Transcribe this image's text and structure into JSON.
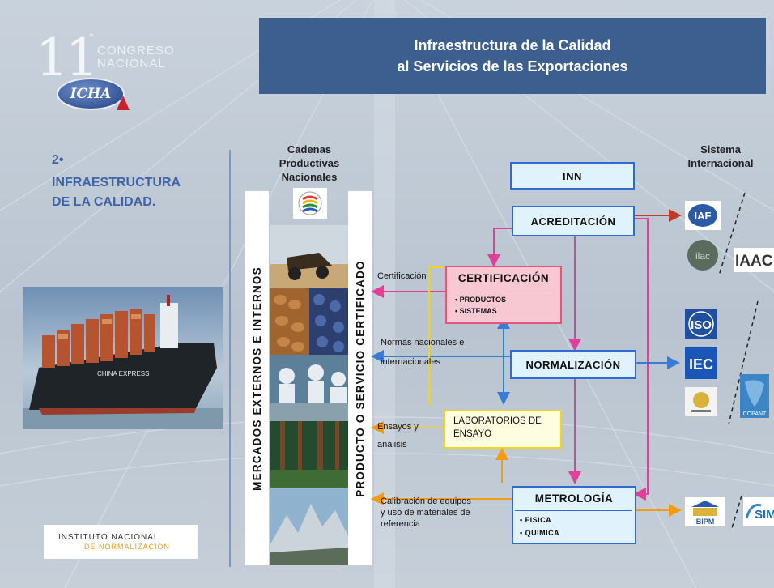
{
  "logo": {
    "number": "11",
    "degree": "°",
    "line1": "CONGRESO",
    "line2": "NACIONAL",
    "brand": "ICHA"
  },
  "title": {
    "line1": "Infraestructura de la Calidad",
    "line2": "al Servicios de las Exportaciones"
  },
  "section": {
    "number": "2•",
    "line1": "INFRAESTRUCTURA",
    "line2": "DE LA CALIDAD."
  },
  "inn_logo": {
    "line1": "INSTITUTO NACIONAL",
    "line2": "DE NORMALIZACION"
  },
  "ship_label": "CHINA EXPRESS",
  "diagram": {
    "chains_header": [
      "Cadenas",
      "Productivas",
      "Nacionales"
    ],
    "intl_header": [
      "Sistema",
      "Internacional"
    ],
    "left_bar": "MERCADOS EXTERNOS E INTERNOS",
    "right_bar": "PRODUCTO O SERVICIO CERTIFICADO",
    "inn": "INN",
    "acreditacion": "ACREDITACIÓN",
    "certificacion": {
      "title": "CERTIFICACIÓN",
      "items": [
        "• PRODUCTOS",
        "• SISTEMAS"
      ]
    },
    "normalizacion": "NORMALIZACIÓN",
    "laboratorios": [
      "LABORATORIOS DE",
      "ENSAYO"
    ],
    "metrologia": {
      "title": "METROLOGÍA",
      "items": [
        "• FISICA",
        "• QUIMICA"
      ]
    },
    "flows": {
      "certificacion": "Certificación",
      "normas": [
        "Normas nacionales e",
        "internacionales"
      ],
      "ensayos": [
        "Ensayos y",
        "análisis"
      ],
      "calibracion": [
        "Calibración de equipos",
        "y uso de materiales de",
        "referencia"
      ]
    },
    "orgs": {
      "iaf": "IAF",
      "ilac": "ilac",
      "iaac": "IAAC",
      "iso": "ISO",
      "iec": "IEC",
      "copant": "COPANT",
      "bipm": "BIPM",
      "sim": "SIM"
    }
  },
  "colors": {
    "title_bg": "#3c5f8f",
    "section_text": "#3e63a6",
    "box_border": "#2f6bd0",
    "box_fill": "#e0f2fb",
    "pink": "#e0567c",
    "yellow": "#f0d520",
    "blue_arrow": "#3a7bd5",
    "orange_arrow": "#f39c12",
    "red_arrow": "#c0392b"
  }
}
